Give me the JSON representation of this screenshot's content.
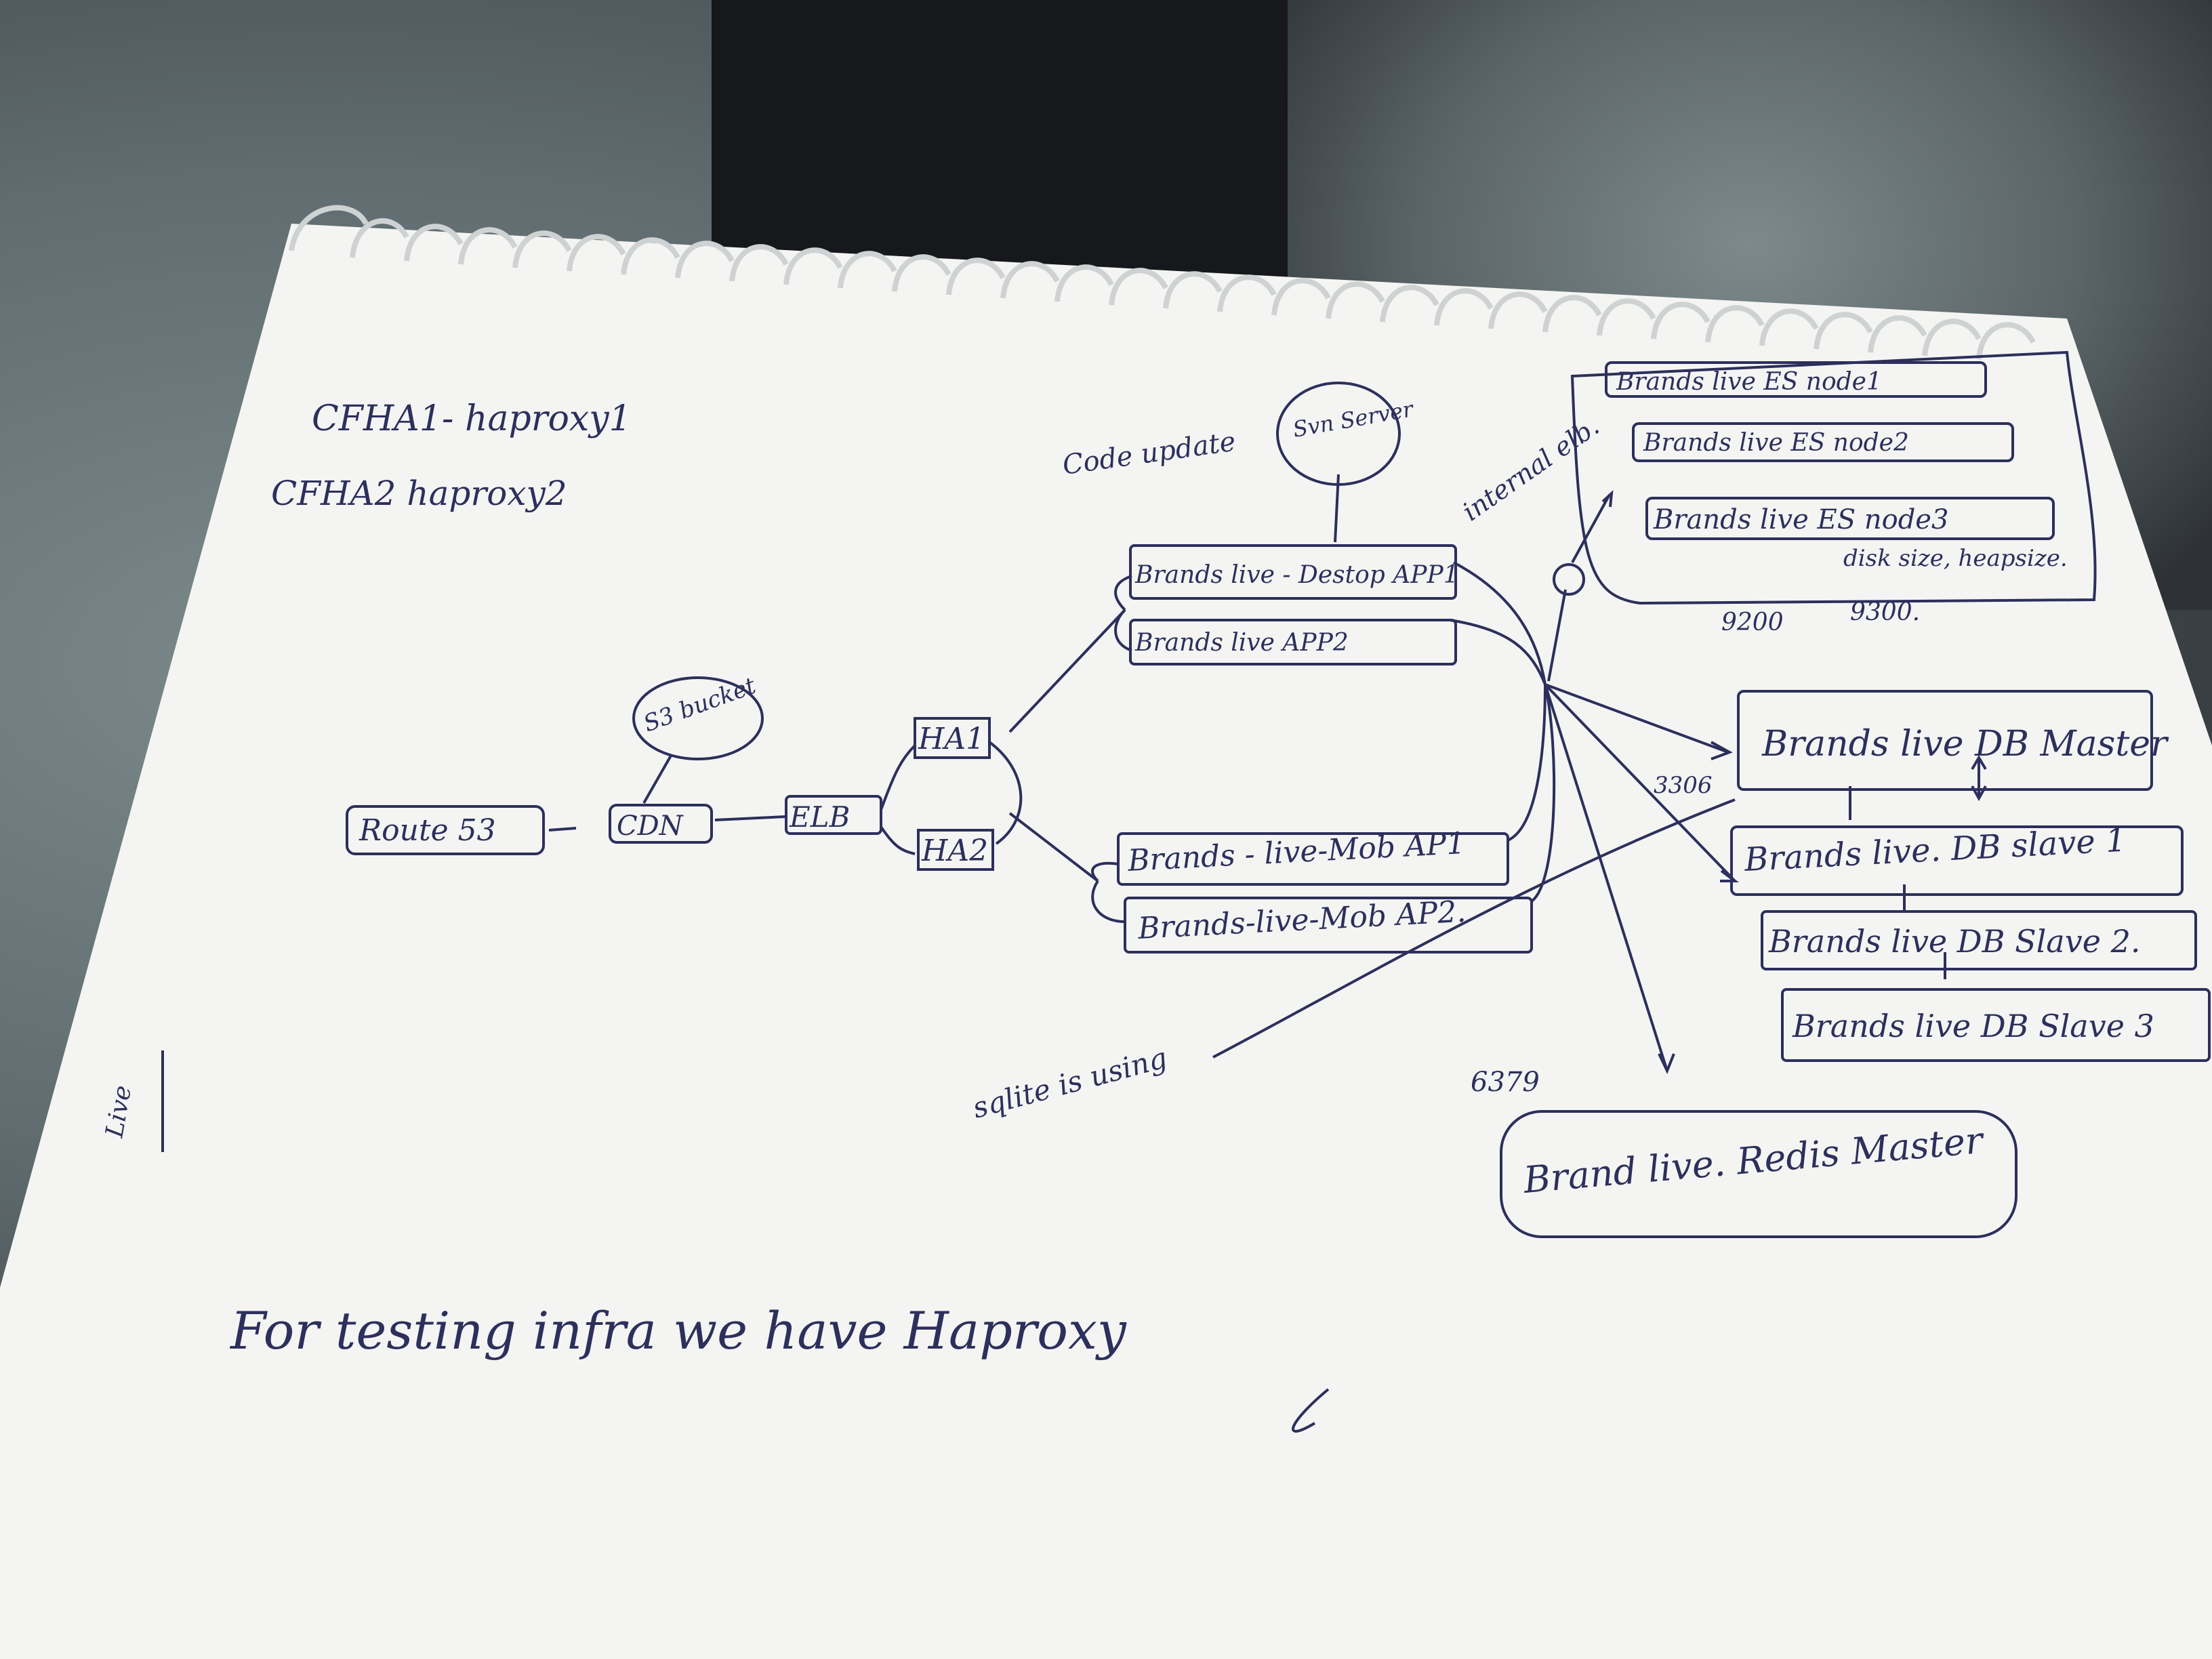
{
  "notes": {
    "haproxy1": "CFHA1- haproxy1",
    "haproxy2": "CFHA2 haproxy2",
    "code_update": "Code update",
    "side_note": "Live",
    "footer": "For testing infra we have Haproxy"
  },
  "nodes": {
    "route53": "Route 53",
    "cdn": "CDN",
    "s3bucket": "S3 bucket",
    "elb": "ELB",
    "ha1": "HA1",
    "ha2": "HA2",
    "svn": "Svn Server",
    "desktop_app1": "Brands live - Destop APP1",
    "desktop_app2": "Brands live APP2",
    "mob_app1": "Brands - live-Mob AP1",
    "mob_app2": "Brands-live-Mob AP2.",
    "internal_elb": "internal elb.",
    "es_node1": "Brands live ES node1",
    "es_node2": "Brands live ES node2",
    "es_node3": "Brands live ES node3",
    "es_note": "disk size, heapsize.",
    "es_port1": "9200",
    "es_port2": "9300.",
    "db_master": "Brands live DB Master",
    "db_port": "3306",
    "db_slave1": "Brands live. DB slave 1",
    "db_slave2": "Brands live DB Slave 2.",
    "db_slave3": "Brands live DB Slave 3",
    "redis_port": "6379",
    "redis_master": "Brand live. Redis Master",
    "sqlite_note": "sqlite is using"
  }
}
